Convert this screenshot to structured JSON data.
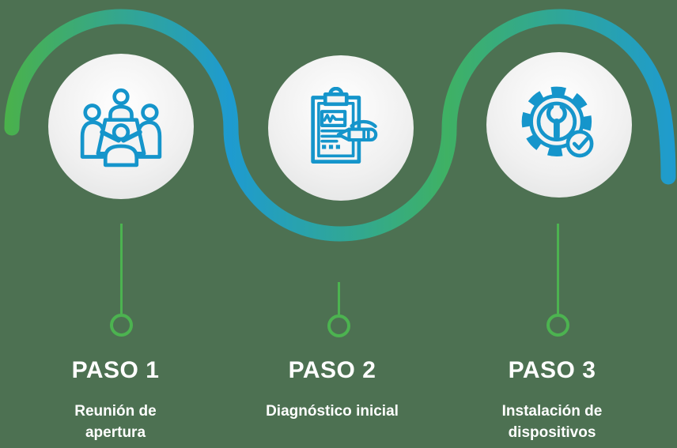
{
  "diagram": {
    "type": "process-steps",
    "steps": [
      {
        "title": "PASO 1",
        "subtitle": [
          "Reunión de",
          "apertura"
        ],
        "icon": "meeting-icon"
      },
      {
        "title": "PASO 2",
        "subtitle": [
          "Diagnóstico inicial"
        ],
        "icon": "diagnosis-clipboard-icon"
      },
      {
        "title": "PASO 3",
        "subtitle": [
          "Instalación de",
          "dispositivos"
        ],
        "icon": "gear-wrench-check-icon"
      }
    ]
  },
  "colors": {
    "background": "#4d7152",
    "flow_green": "#4bb248",
    "flow_blue": "#1e9bd0",
    "flow_green_2": "#3fb164",
    "stem_green": "#4cb350",
    "icon_blue": "#1595cb",
    "icon_fill": "#f4f4f4",
    "circle_fill": "#f0f0f0",
    "text_white": "#ffffff"
  }
}
